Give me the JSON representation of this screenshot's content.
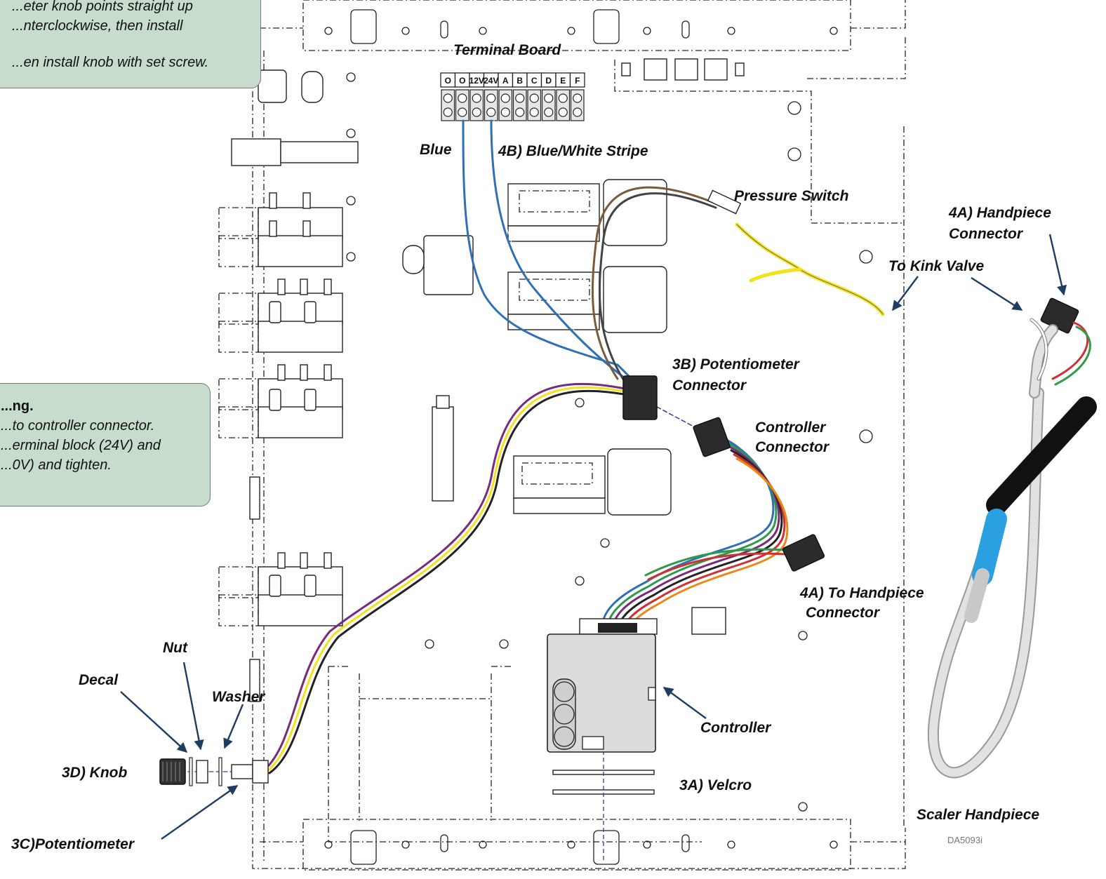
{
  "notes": {
    "top": {
      "lines": [
        "...eter knob points straight up",
        "...nterclockwise, then install",
        "...en install knob with set screw."
      ]
    },
    "middle": {
      "heading": "...ng.",
      "lines": [
        "...to controller connector.",
        "...erminal block (24V) and",
        "...0V) and tighten."
      ]
    }
  },
  "terminal_board": {
    "label": "Terminal Board",
    "terminals": [
      "O",
      "O",
      "12V",
      "24V",
      "A",
      "B",
      "C",
      "D",
      "E",
      "F"
    ]
  },
  "labels": {
    "blue": "Blue",
    "blue_white": "4B) Blue/White Stripe",
    "pressure_switch": "Pressure Switch",
    "handpiece_connector_4a": "4A) Handpiece",
    "handpiece_connector_4a_2": "Connector",
    "to_kink_valve": "To Kink Valve",
    "pot_connector": "3B) Potentiometer",
    "pot_connector_2": "Connector",
    "controller_connector": "Controller",
    "controller_connector_2": "Connector",
    "to_handpiece_connector": "4A) To Handpiece",
    "to_handpiece_connector_2": "Connector",
    "nut": "Nut",
    "decal": "Decal",
    "washer": "Washer",
    "knob": "3D) Knob",
    "controller": "Controller",
    "velcro": "3A)  Velcro",
    "potentiometer": "3C)Potentiometer",
    "scaler_handpiece": "Scaler Handpiece",
    "drawing_code": "DA5093i"
  },
  "colors": {
    "note_fill": "#c8dccd",
    "arrow": "#1f3c63",
    "wire_blue": "#2f6fb5",
    "wire_yellow": "#f2e21a",
    "wire_purple": "#7a2a7a",
    "wire_black": "#222222",
    "wire_brown": "#7a5a3a",
    "wire_orange": "#e88a1a",
    "wire_green": "#2f9a4a",
    "wire_red": "#d03030",
    "handpiece_blue": "#2aa0e0"
  }
}
